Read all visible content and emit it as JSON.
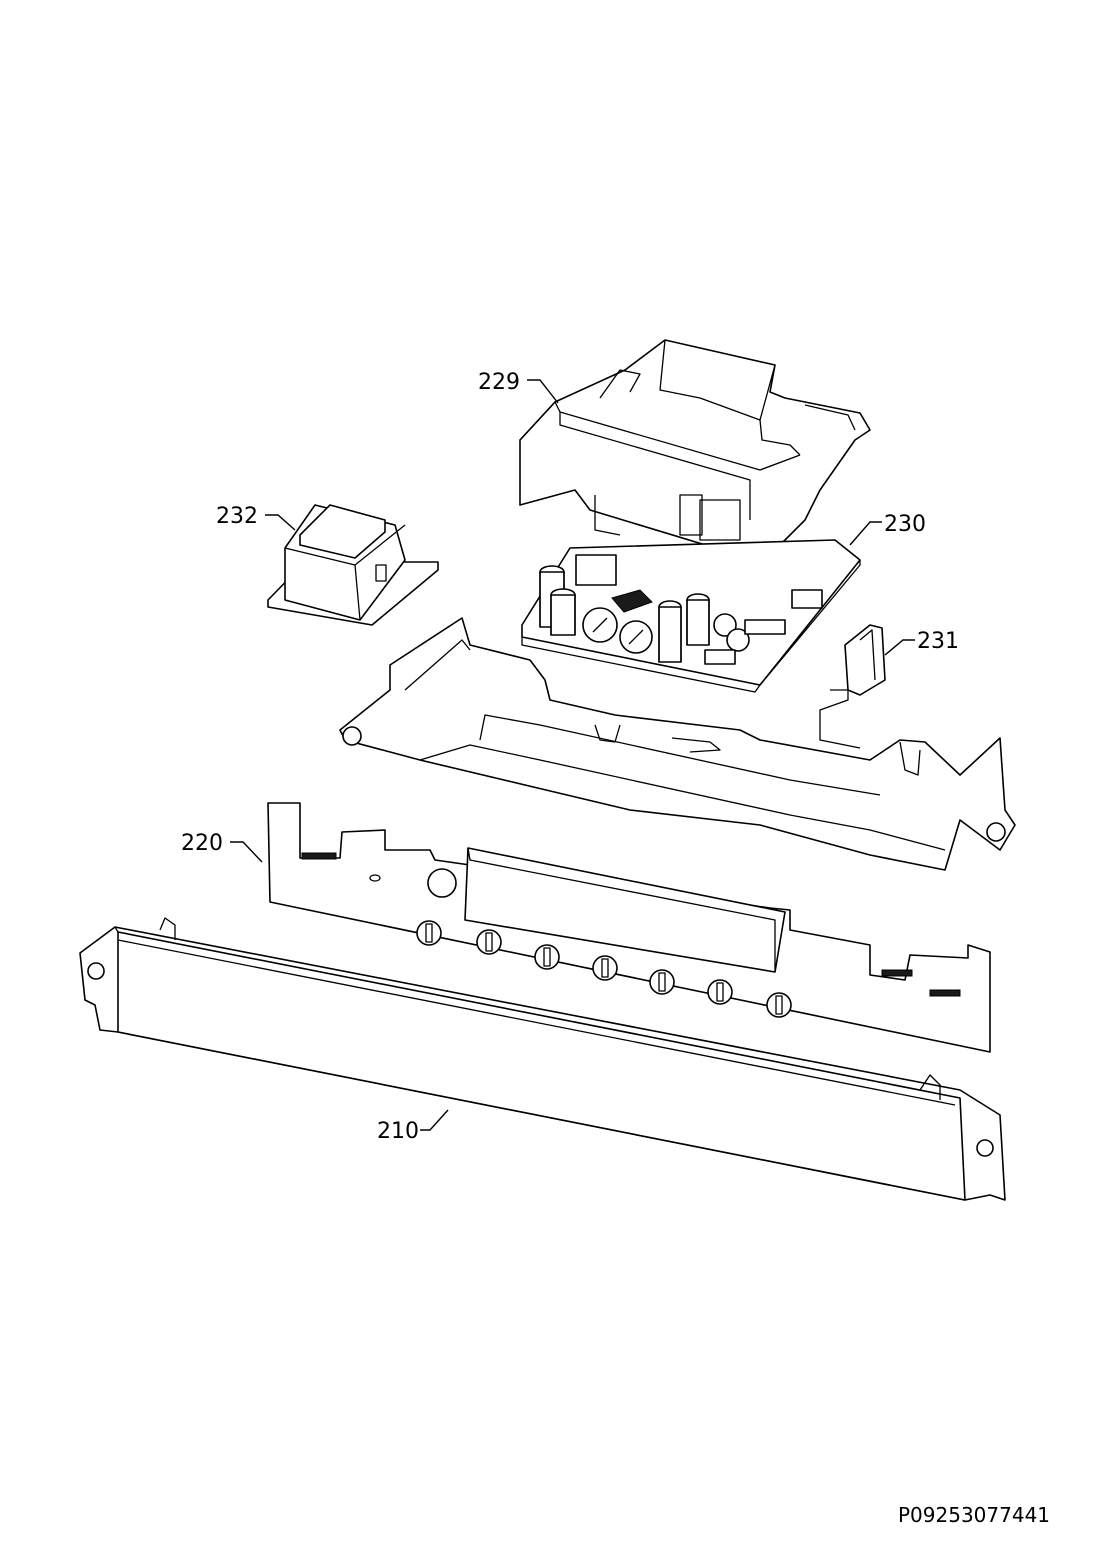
{
  "diagram": {
    "callouts": [
      {
        "id": "229",
        "label": "229"
      },
      {
        "id": "230",
        "label": "230"
      },
      {
        "id": "231",
        "label": "231"
      },
      {
        "id": "232",
        "label": "232"
      },
      {
        "id": "220",
        "label": "220"
      },
      {
        "id": "210",
        "label": "210"
      }
    ],
    "document_number": "P09253077441"
  }
}
